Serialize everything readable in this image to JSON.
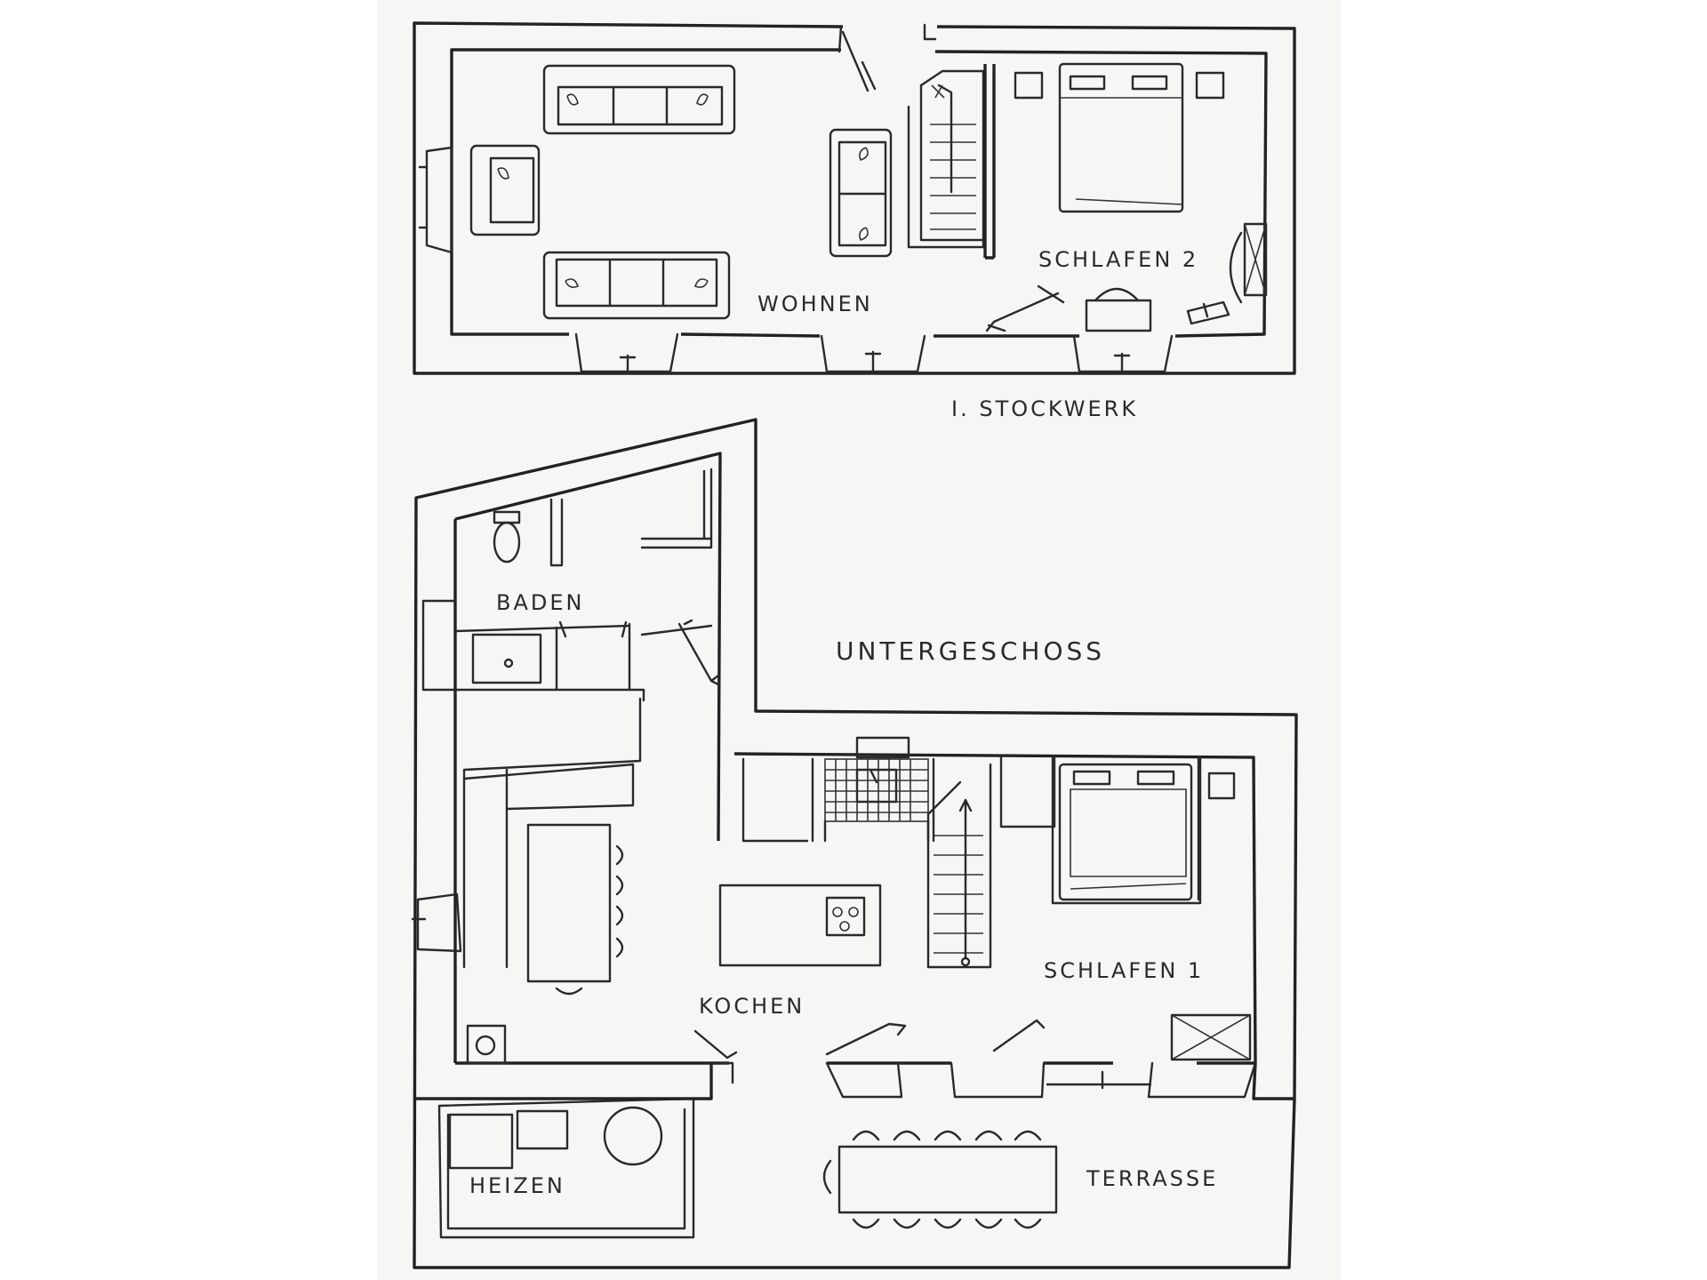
{
  "floors": {
    "upper": {
      "title": "I. STOCKWERK",
      "rooms": {
        "wohnen": "WOHNEN",
        "schlafen2": "SCHLAFEN 2"
      }
    },
    "lower": {
      "title": "UNTERGESCHOSS",
      "rooms": {
        "baden": "BADEN",
        "kochen": "KOCHEN",
        "schlafen1": "SCHLAFEN 1",
        "heizen": "HEIZEN",
        "terrasse": "TERRASSE"
      }
    }
  }
}
